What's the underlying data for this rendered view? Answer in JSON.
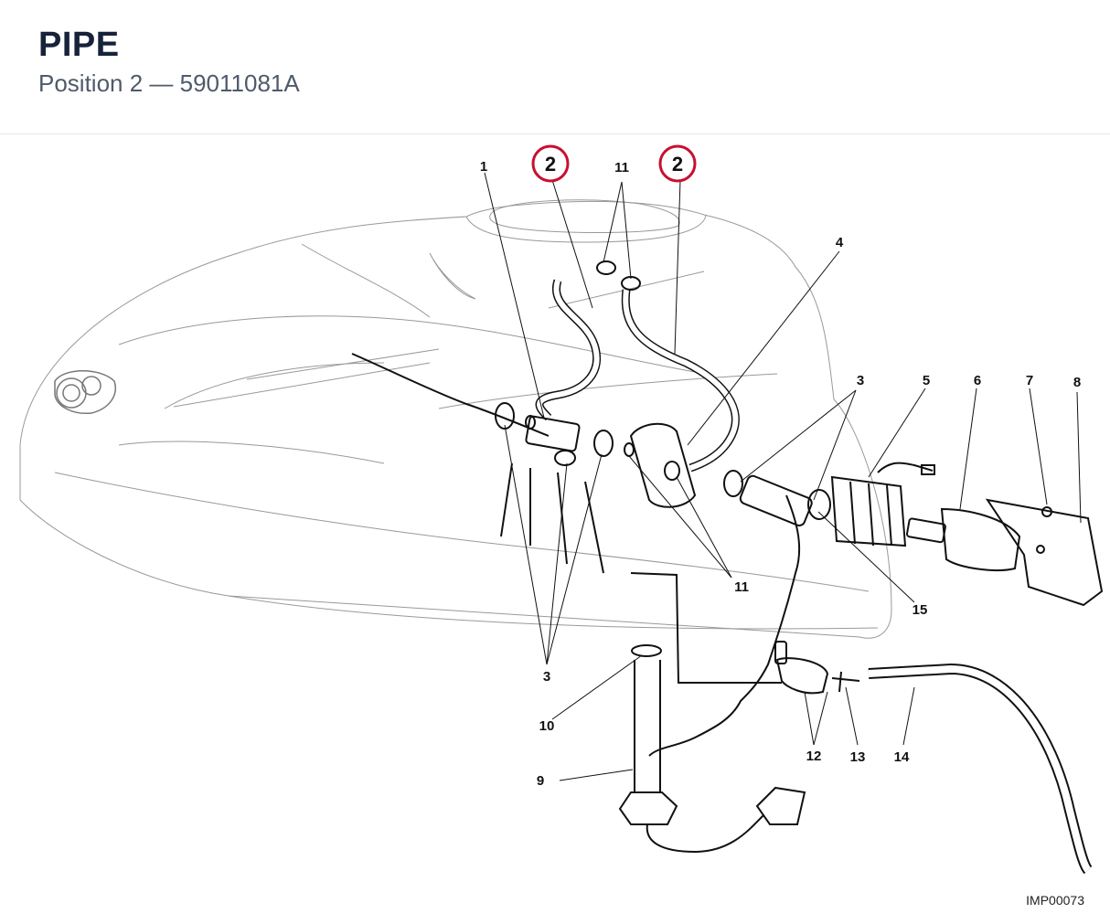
{
  "header": {
    "title": "PIPE",
    "subtitle": "Position 2 — 59011081A"
  },
  "diagram": {
    "callouts": [
      "1",
      "2",
      "2",
      "11",
      "4",
      "3",
      "5",
      "6",
      "7",
      "8",
      "11",
      "15",
      "3",
      "10",
      "9",
      "12",
      "13",
      "14"
    ],
    "highlighted_part": "2",
    "highlight_color": "#c8102e",
    "image_ref": "IMP00073"
  }
}
